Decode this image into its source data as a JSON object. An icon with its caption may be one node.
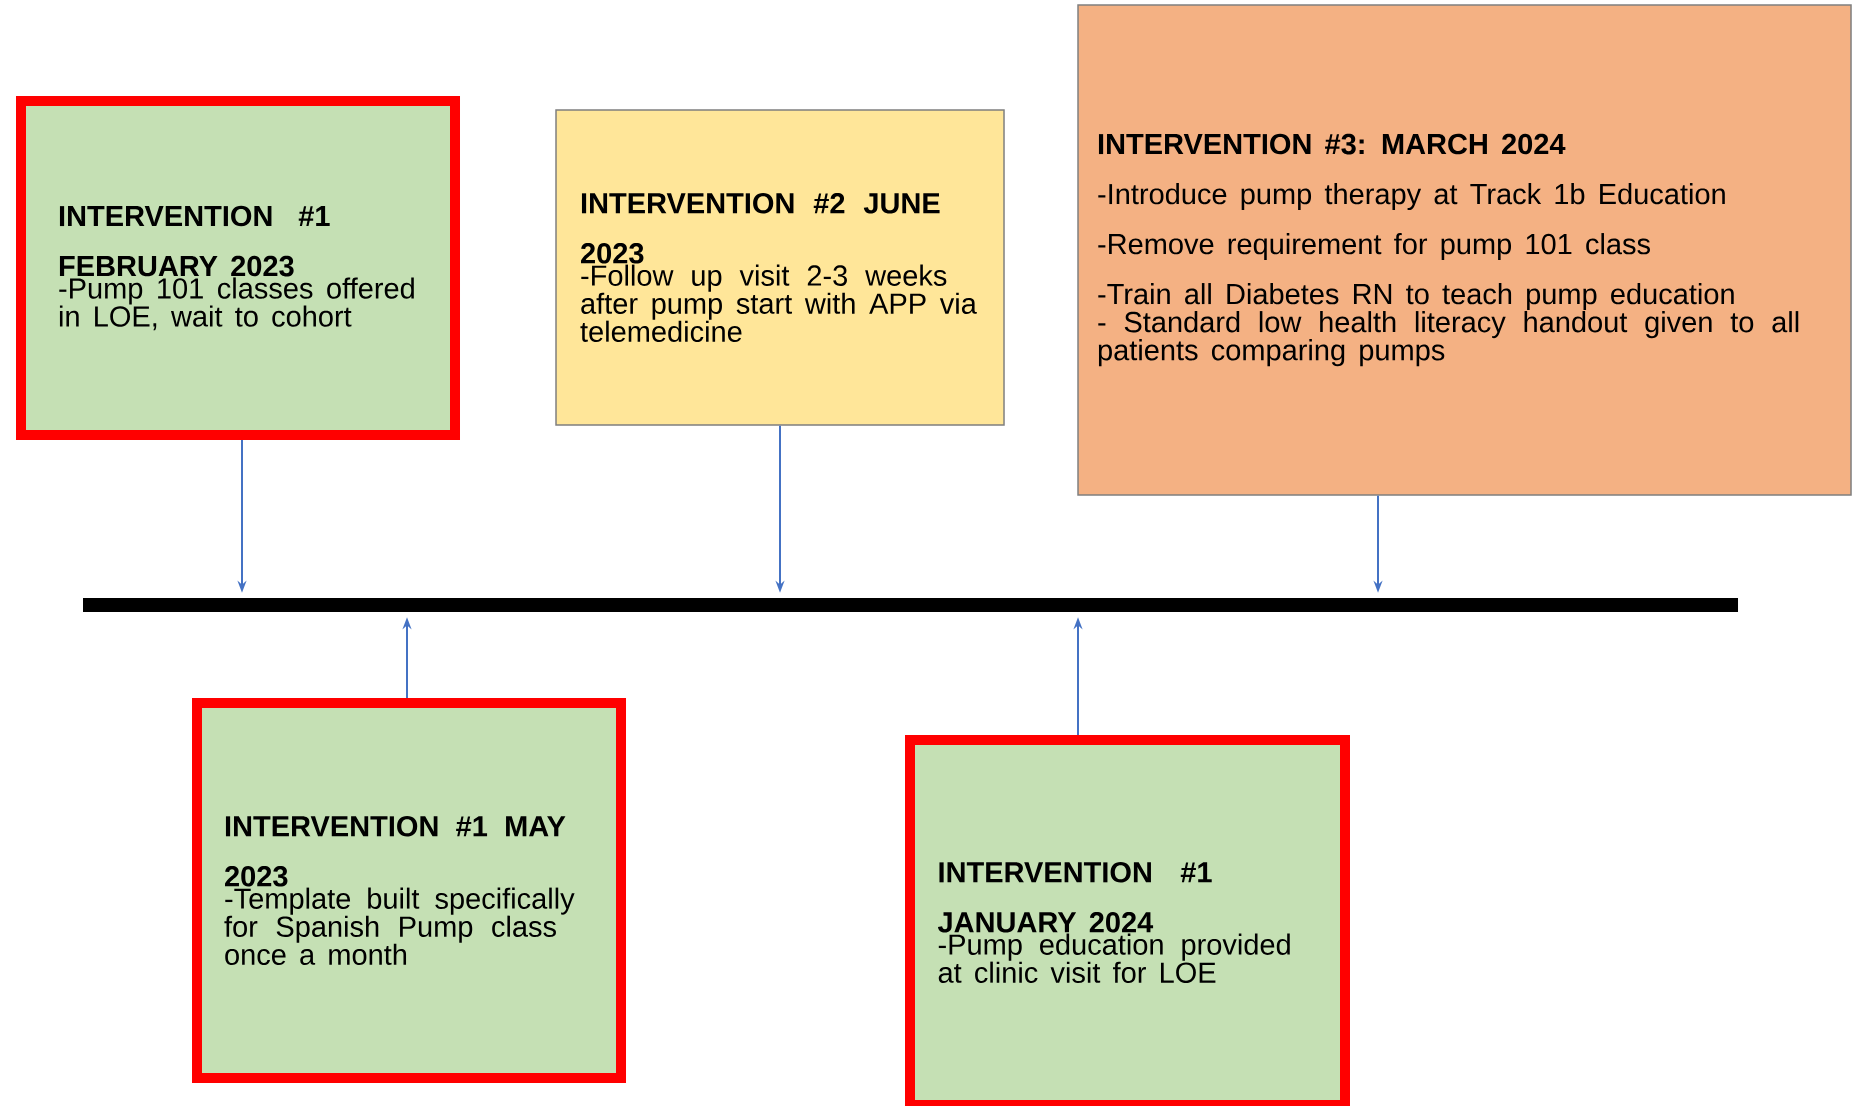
{
  "diagram": {
    "nodes": [
      {
        "text": [
          "INTERVENTION #1 FEBRUARY 2023",
          "-Pump 101 classes offered in LOE, wait to cohort"
        ]
      },
      {
        "text": [
          "INTERVENTION #2 JUNE 2023",
          "-Follow up visit 2-3 weeks after pump start with APP via telemedicine"
        ]
      },
      {
        "text": [
          "INTERVENTION #3: MARCH 2024",
          "-Introduce pump therapy at Track 1b Education",
          "-Remove requirement for pump 101 class",
          "-Train all Diabetes RN to teach pump education",
          "- Standard low health literacy handout given to all patients comparing pumps"
        ]
      },
      {
        "text": [
          "INTERVENTION #1 MAY 2023",
          "-Template built specifically for Spanish Pump class once a month"
        ]
      },
      {
        "text": [
          "INTERVENTION #1 JANUARY 2024",
          "-Pump education provided at clinic visit for LOE"
        ]
      },
      {
        "text": [],
        "shape": "bar"
      }
    ],
    "edges": [
      {
        "from": 0,
        "to": 5,
        "arrow": "to"
      },
      {
        "from": 1,
        "to": 5,
        "arrow": "to"
      },
      {
        "from": 2,
        "to": 5,
        "arrow": "to"
      },
      {
        "from": 3,
        "to": 5,
        "arrow": "to"
      },
      {
        "from": 4,
        "to": 5,
        "arrow": "to"
      }
    ]
  }
}
